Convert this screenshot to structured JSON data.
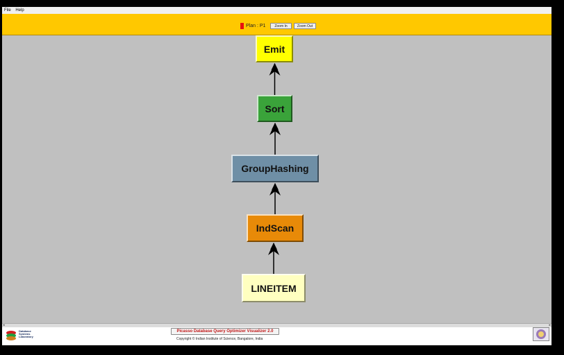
{
  "menu": {
    "items": [
      "File",
      "Help"
    ]
  },
  "toolbar": {
    "plan_label": "Plan : P1",
    "zoom_in_label": "Zoom In",
    "zoom_out_label": "Zoom Out",
    "plan_indicator_color": "#e81010"
  },
  "plan_tree": {
    "nodes": [
      {
        "id": "emit",
        "label": "Emit",
        "color": "#ffff00"
      },
      {
        "id": "sort",
        "label": "Sort",
        "color": "#3aa33a"
      },
      {
        "id": "grouphashing",
        "label": "GroupHashing",
        "color": "#6f8fa6"
      },
      {
        "id": "indscan",
        "label": "IndScan",
        "color": "#e88a08"
      },
      {
        "id": "lineitem",
        "label": "LINEITEM",
        "color": "#ffffc0"
      }
    ]
  },
  "footer": {
    "logo_lines": [
      "Database",
      "Systems",
      "Laboratory"
    ],
    "title": "Picasso Database Query Optimizer Visualizer 2.0",
    "copyright": "Copyright © Indian Institute of Science, Bangalore, India"
  }
}
